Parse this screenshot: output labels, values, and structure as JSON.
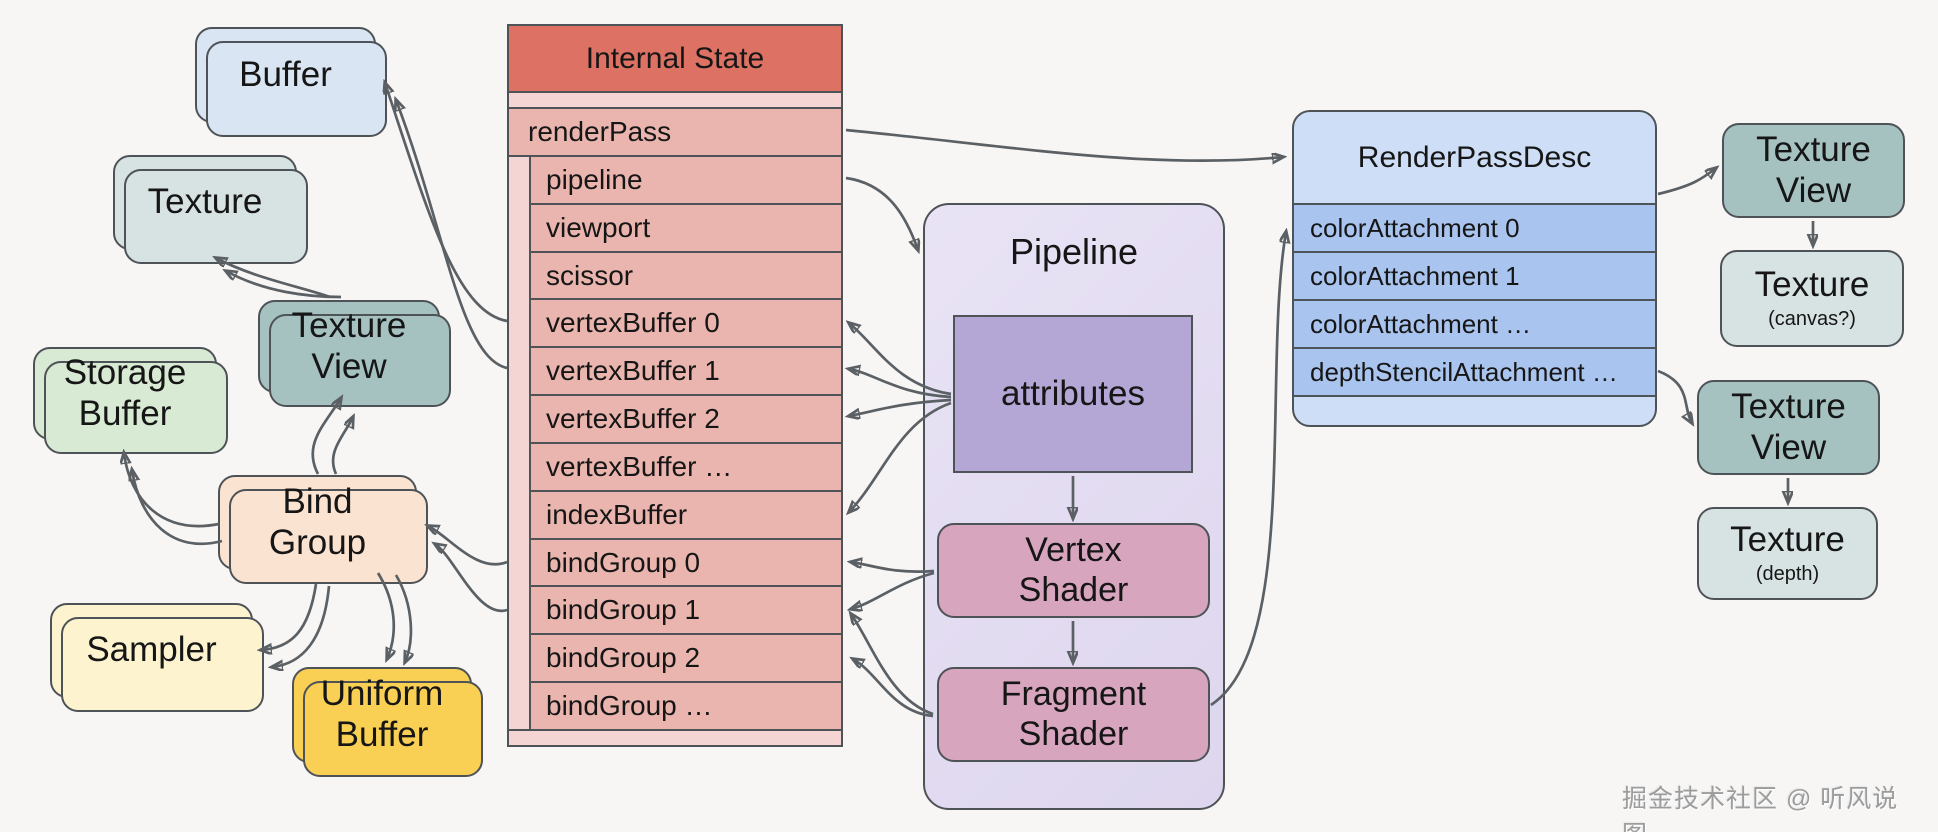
{
  "internal_state": {
    "title": "Internal State",
    "render_pass_row": "renderPass",
    "rows": [
      "pipeline",
      "viewport",
      "scissor",
      "vertexBuffer 0",
      "vertexBuffer 1",
      "vertexBuffer 2",
      "vertexBuffer …",
      "indexBuffer",
      "bindGroup 0",
      "bindGroup 1",
      "bindGroup 2",
      "bindGroup …"
    ]
  },
  "pipeline": {
    "title": "Pipeline",
    "attributes_label": "attributes",
    "vertex_shader_label": "Vertex Shader",
    "fragment_shader_label": "Fragment Shader"
  },
  "render_pass_desc": {
    "title": "RenderPassDesc",
    "rows": [
      "colorAttachment 0",
      "colorAttachment 1",
      "colorAttachment …",
      "depthStencilAttachment …"
    ]
  },
  "resources": {
    "buffer": "Buffer",
    "texture": "Texture",
    "texture_view": "Texture View",
    "storage_buffer": "Storage Buffer",
    "bind_group": "Bind Group",
    "sampler": "Sampler",
    "uniform_buffer": "Uniform Buffer"
  },
  "attachments": {
    "color_texture_view": "Texture View",
    "color_texture": "Texture",
    "color_texture_note": "(canvas?)",
    "depth_texture_view": "Texture View",
    "depth_texture": "Texture",
    "depth_texture_note": "(depth)"
  },
  "watermark": "掘金技术社区 @ 听风说图",
  "colors": {
    "background": "#f7f6f5",
    "state_header": "#dd7264",
    "state_row": "#eab5ae",
    "state_light": "#f5d5d3",
    "rpd_header": "#cddef6",
    "rpd_row": "#a9c5ef",
    "buffer": "#d9e5f3",
    "texture": "#d7e2e2",
    "texture_view": "#a5c2c1",
    "storage_buffer": "#d9ead4",
    "bind_group": "#fbe3d1",
    "sampler": "#fdf3cf",
    "uniform_buffer": "#f9d054",
    "pipeline": "#e3dcf1",
    "attributes": "#b4a7d6",
    "shader": "#d7a5bd",
    "arrow": "#5b6065"
  }
}
